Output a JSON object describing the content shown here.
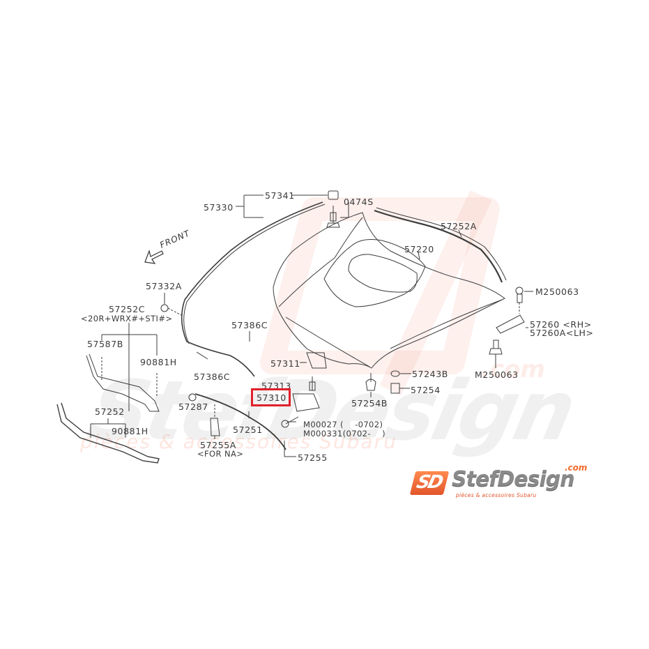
{
  "diagram": {
    "title": "Hood / bonnet parts diagram",
    "front_label": "FRONT",
    "highlighted_part": "57310",
    "highlight_color": "#e0202a",
    "parts": [
      {
        "id": "p57341",
        "label": "57341"
      },
      {
        "id": "p57330",
        "label": "57330"
      },
      {
        "id": "p0474S",
        "label": "0474S"
      },
      {
        "id": "p57252A",
        "label": "57252A"
      },
      {
        "id": "p57220",
        "label": "57220"
      },
      {
        "id": "pM250063a",
        "label": "M250063"
      },
      {
        "id": "p57332A",
        "label": "57332A"
      },
      {
        "id": "p57252C",
        "label": "57252C"
      },
      {
        "id": "p57252C_note",
        "label": "<20R+WRX#+STI#>"
      },
      {
        "id": "p57386C_upper",
        "label": "57386C"
      },
      {
        "id": "p57386C_lower",
        "label": "57386C"
      },
      {
        "id": "p57587B",
        "label": "57587B"
      },
      {
        "id": "p90881H_upper",
        "label": "90881H"
      },
      {
        "id": "p57260",
        "label": "57260 <RH>"
      },
      {
        "id": "p57260A",
        "label": "57260A<LH>"
      },
      {
        "id": "pM250063b",
        "label": "M250063"
      },
      {
        "id": "p57311",
        "label": "57311"
      },
      {
        "id": "p57243B",
        "label": "57243B"
      },
      {
        "id": "p57313",
        "label": "57313"
      },
      {
        "id": "p57310",
        "label": "57310"
      },
      {
        "id": "p57254",
        "label": "57254"
      },
      {
        "id": "p57254B",
        "label": "57254B"
      },
      {
        "id": "p57287",
        "label": "57287"
      },
      {
        "id": "p57251",
        "label": "57251"
      },
      {
        "id": "p57252",
        "label": "57252"
      },
      {
        "id": "p90881H_lower",
        "label": "90881H"
      },
      {
        "id": "pM00027",
        "label": "M00027 (    -0702)"
      },
      {
        "id": "pM000331",
        "label": "M000331(0702-    )"
      },
      {
        "id": "p57255A",
        "label": "57255A"
      },
      {
        "id": "p57255A_note",
        "label": "<FOR NA>"
      },
      {
        "id": "p57255",
        "label": "57255"
      }
    ]
  },
  "watermark": {
    "brand": "StefDesign",
    "domain": ".com",
    "subtitle": "pièces & accessoires Subaru"
  },
  "logo": {
    "badge": "SD",
    "name": "StefDesign",
    "domain": ".com",
    "tagline": "pièces & accessoires Subaru",
    "colors": {
      "badge": "#e2552a",
      "name": "#8a8a8a"
    }
  }
}
